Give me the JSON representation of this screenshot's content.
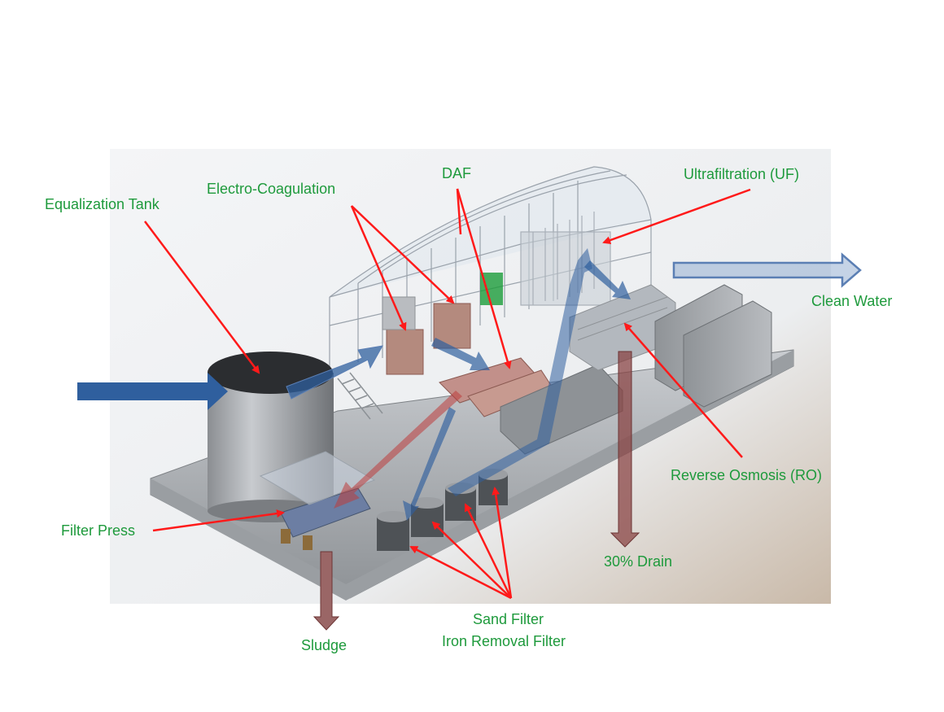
{
  "labels": {
    "equalization_tank": "Equalization Tank",
    "electro_coagulation": "Electro-Coagulation",
    "daf": "DAF",
    "ultrafiltration": "Ultrafiltration (UF)",
    "clean_water": "Clean Water",
    "reverse_osmosis": "Reverse Osmosis (RO)",
    "filter_press": "Filter Press",
    "drain": "30% Drain",
    "sludge": "Sludge",
    "sand_filter": "Sand Filter",
    "iron_removal_filter": "Iron Removal Filter"
  },
  "colors": {
    "label_text": "#1e9a3c",
    "pointer": "#ff1a1a",
    "flow_blue": "#2f5f9e",
    "flow_outline": "#5b7fb4",
    "waste_brown": "#8a4444"
  }
}
